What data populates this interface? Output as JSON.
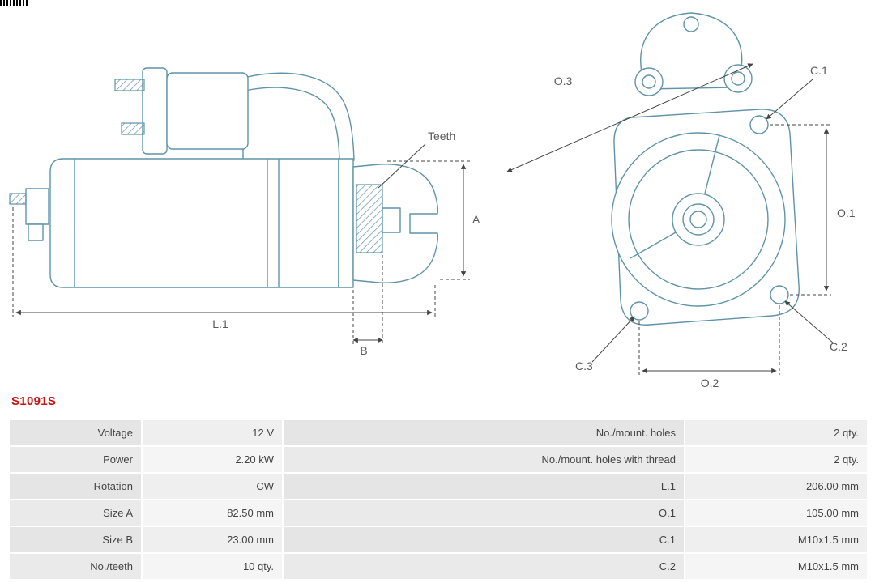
{
  "part_number": "S1091S",
  "accent_color": "#cc1111",
  "drawing_color": "#5f93a8",
  "diagram_labels": {
    "teeth": "Teeth",
    "a": "A",
    "b": "B",
    "l1": "L.1",
    "o1": "O.1",
    "o2": "O.2",
    "o3": "O.3",
    "c1": "C.1",
    "c2": "C.2",
    "c3": "C.3"
  },
  "spec_table": {
    "left": [
      {
        "label": "Voltage",
        "value": "12 V"
      },
      {
        "label": "Power",
        "value": "2.20 kW"
      },
      {
        "label": "Rotation",
        "value": "CW"
      },
      {
        "label": "Size A",
        "value": "82.50 mm"
      },
      {
        "label": "Size B",
        "value": "23.00 mm"
      },
      {
        "label": "No./teeth",
        "value": "10 qty."
      }
    ],
    "right": [
      {
        "label": "No./mount. holes",
        "value": "2 qty."
      },
      {
        "label": "No./mount. holes with thread",
        "value": "2 qty."
      },
      {
        "label": "L.1",
        "value": "206.00 mm"
      },
      {
        "label": "O.1",
        "value": "105.00 mm"
      },
      {
        "label": "C.1",
        "value": "M10x1.5 mm"
      },
      {
        "label": "C.2",
        "value": "M10x1.5 mm"
      }
    ]
  }
}
